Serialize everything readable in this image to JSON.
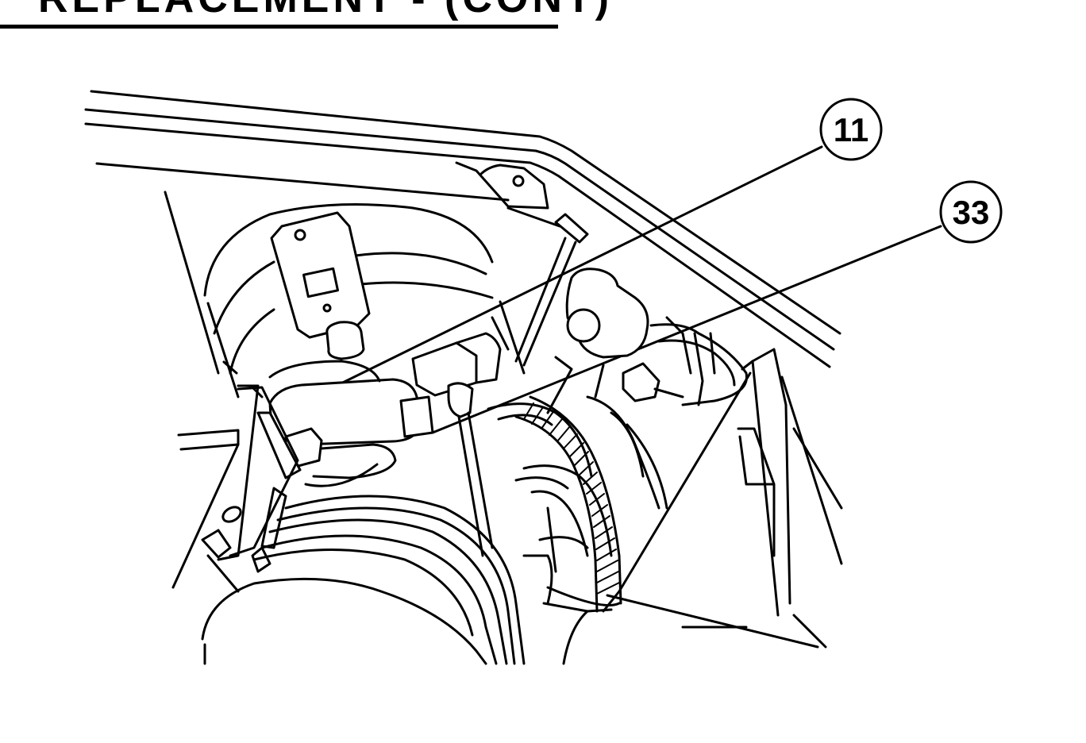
{
  "heading": {
    "text": "REPLACEMENT - (CONT)"
  },
  "callouts": [
    {
      "id": "callout-11",
      "label": "11"
    },
    {
      "id": "callout-33",
      "label": "33"
    }
  ],
  "colors": {
    "ink": "#000000",
    "paper": "#ffffff"
  }
}
